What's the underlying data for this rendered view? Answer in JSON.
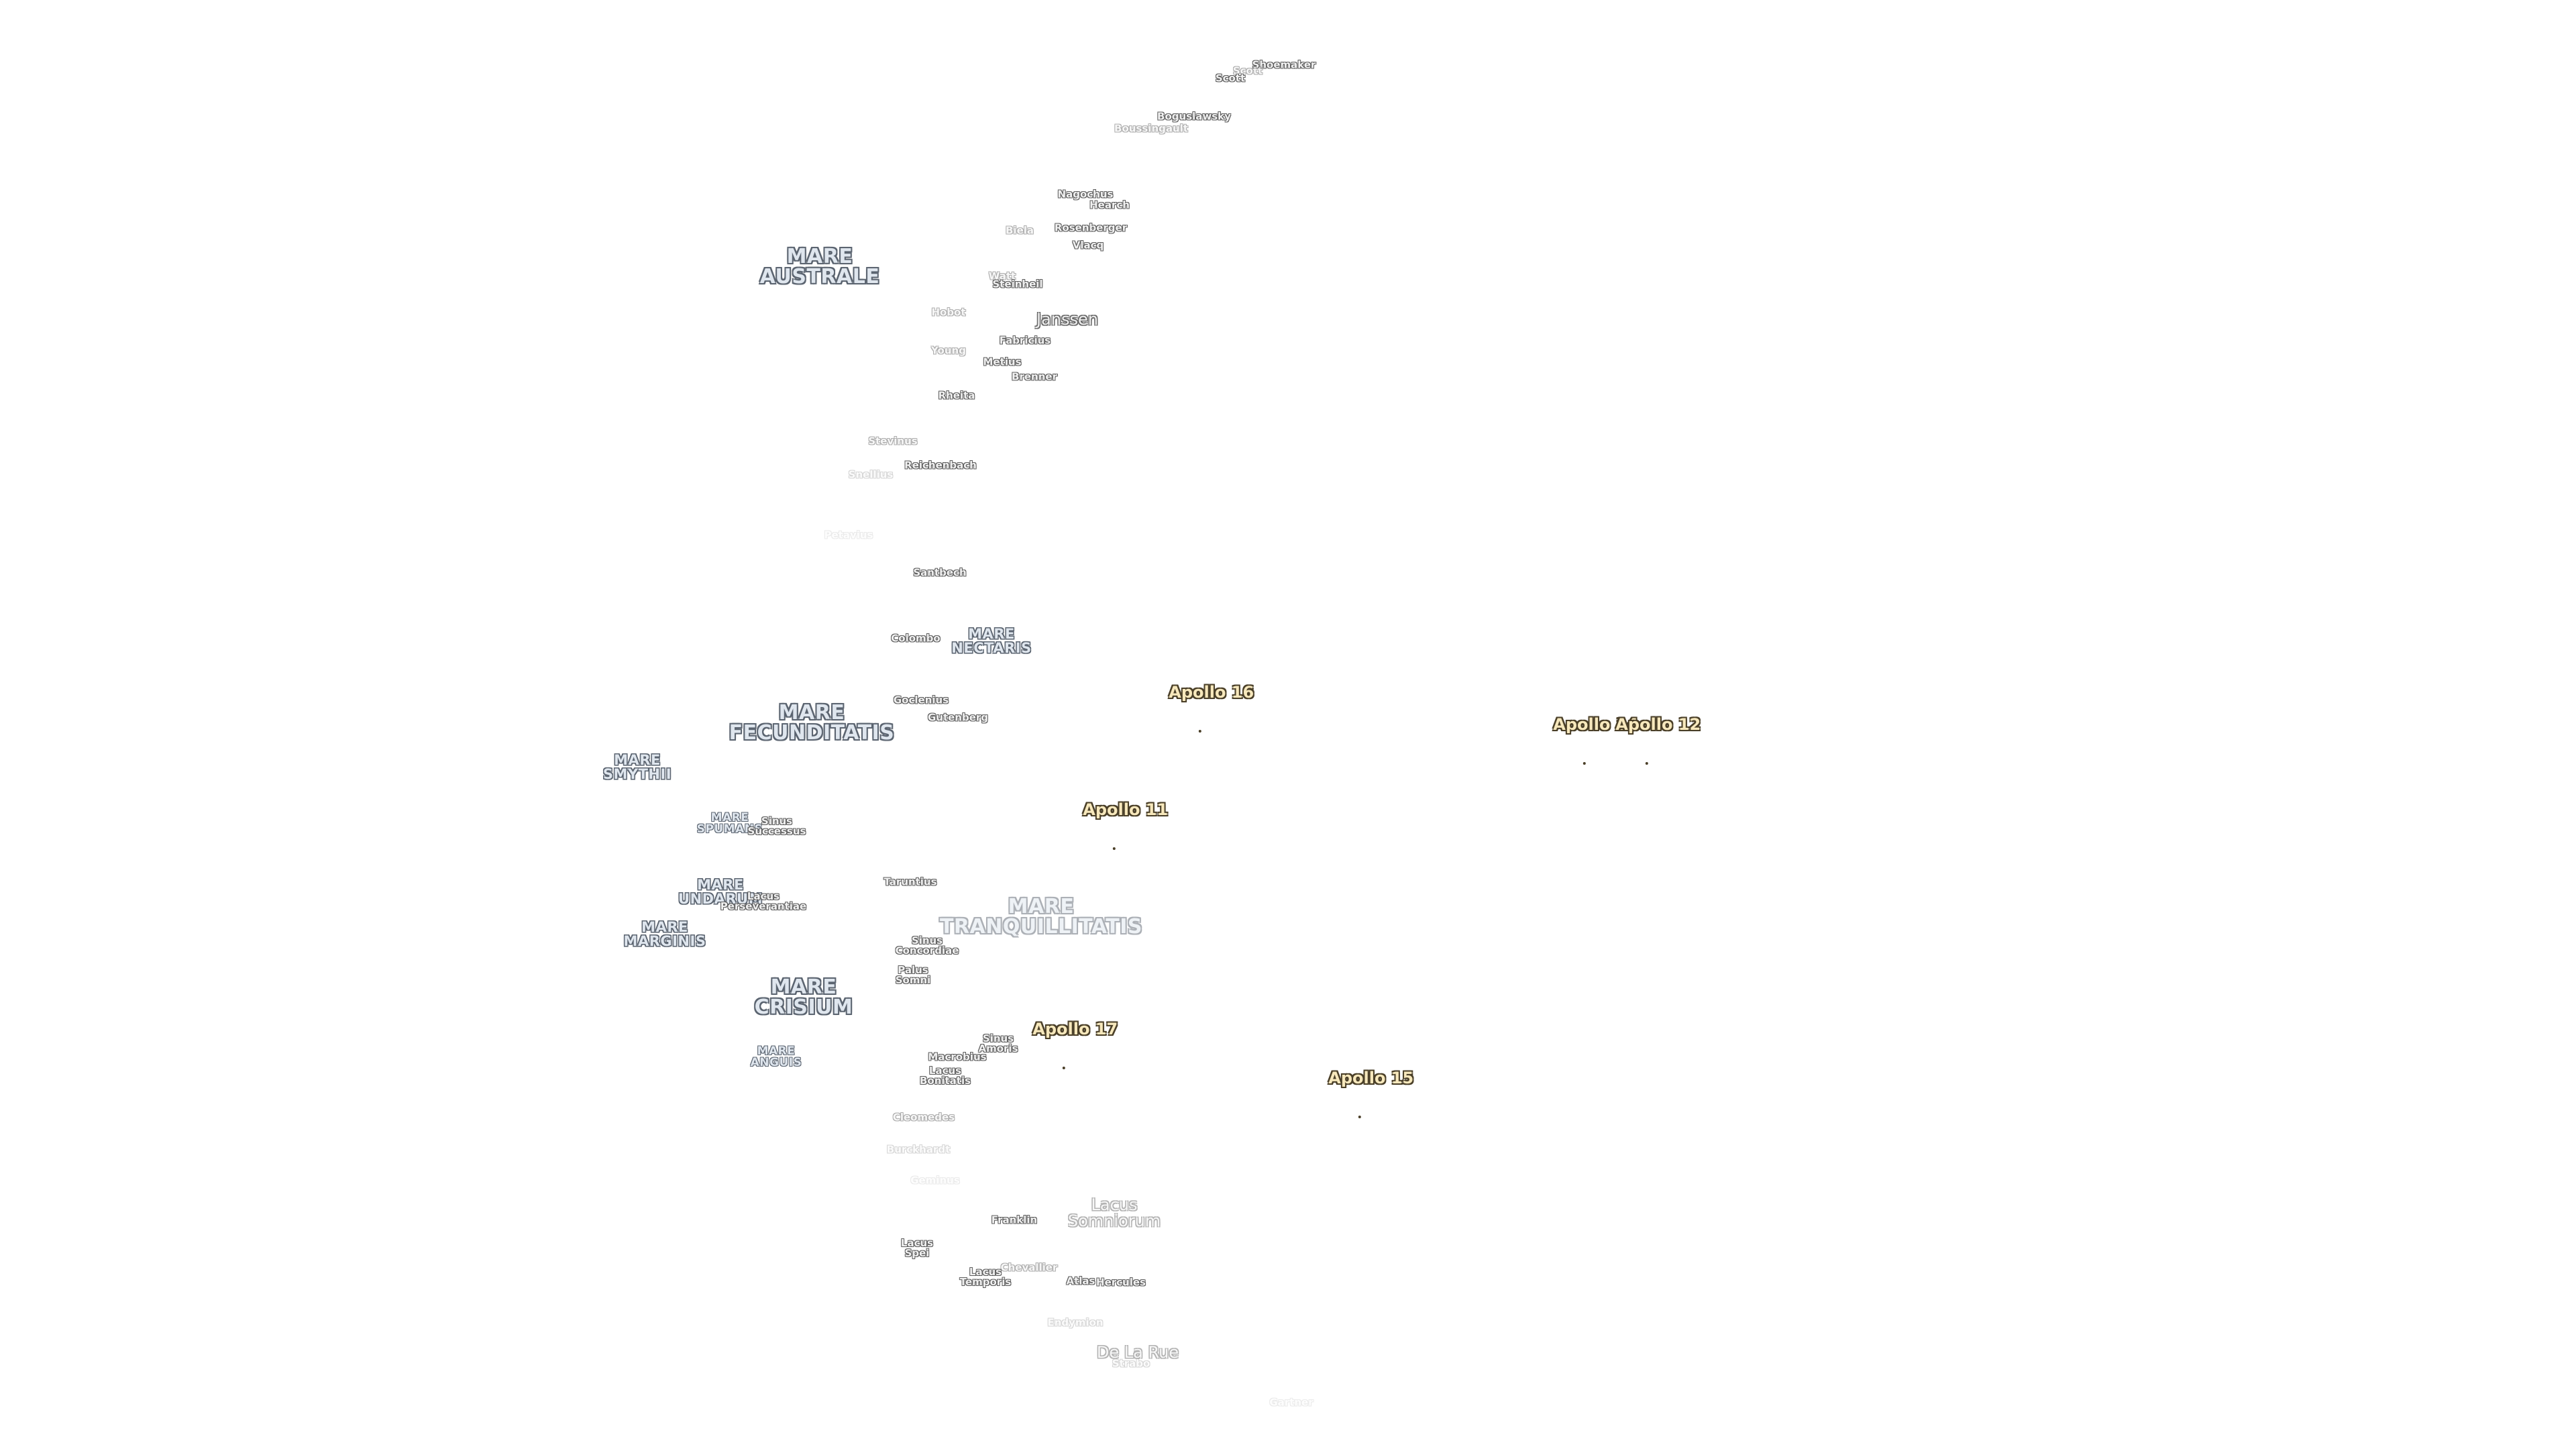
{
  "maria": {
    "australe": "MARE\nAUSTRALE",
    "nectaris": "MARE\nNECTARIS",
    "fecunditatis": "MARE\nFECUNDITATIS",
    "smythii": "MARE\nSMYTHII",
    "spumans": "MARE\nSPUMANS",
    "undarum": "MARE\nUNDARUM",
    "marginis": "MARE\nMARGINIS",
    "crisium": "MARE\nCRISIUM",
    "anguis": "MARE\nANGUIS",
    "tranquillitatis": "MARE\nTRANQUILLITATIS"
  },
  "features": {
    "sinus_successus": "Sinus\nSuccessus",
    "lacus_perseverantiae": "Lacus\nPerseverantiae",
    "sinus_concordiae": "Sinus\nConcordiae",
    "palus_somni": "Palus\nSomni",
    "sinus_amoris": "Sinus\nAmoris",
    "lacus_bonitatis": "Lacus\nBonitatis",
    "lacus_somniorum": "Lacus\nSomniorum",
    "lacus_spei": "Lacus\nSpei",
    "lacus_temporis": "Lacus\nTemporis"
  },
  "craters": {
    "shoemaker": "Shoemaker",
    "scott": "Scott",
    "scott_faint": "Scott",
    "boguslawsky": "Boguslawsky",
    "boussingault": "Boussingault",
    "nagochus": "Nagochus",
    "hearch": "Hearch",
    "biela": "Biela",
    "rosenberger": "Rosenberger",
    "vlacq": "Vlacq",
    "watt": "Watt",
    "steinheil": "Steinheil",
    "janssen": "Janssen",
    "hobot": "Hobot",
    "fabricius": "Fabricius",
    "young": "Young",
    "metius": "Metius",
    "brenner": "Brenner",
    "rheita": "Rheita",
    "stevinus": "Stevinus",
    "reichenbach": "Reichenbach",
    "snellius": "Snellius",
    "petavius": "Petavius",
    "santbech": "Santbech",
    "colombo": "Colombo",
    "goclenius": "Goclenius",
    "gutenberg": "Gutenberg",
    "taruntius": "Taruntius",
    "macrobius": "Macrobius",
    "cleomedes": "Cleomedes",
    "burckhardt": "Burckhardt",
    "geminus": "Geminus",
    "franklin": "Franklin",
    "chevallier": "Chevallier",
    "atlas": "Atlas",
    "hercules": "Hercules",
    "endymion": "Endymion",
    "de_la_rue": "De La Rue",
    "strabo": "Strabo",
    "gartner": "Gartner"
  },
  "apollo": {
    "a16": "Apollo 16",
    "a14": "Apollo 14",
    "a12": "Apollo 12",
    "a11": "Apollo 11",
    "a17": "Apollo 17",
    "a15": "Apollo 15"
  },
  "colors": {
    "mare_fill": "#dfe6ee",
    "mare_outline": "#5b6470",
    "crater_fill": "#f1f1f1",
    "crater_outline": "#5c5c5c",
    "apollo_fill": "#f7e8bc",
    "apollo_outline": "#4a3f28"
  }
}
